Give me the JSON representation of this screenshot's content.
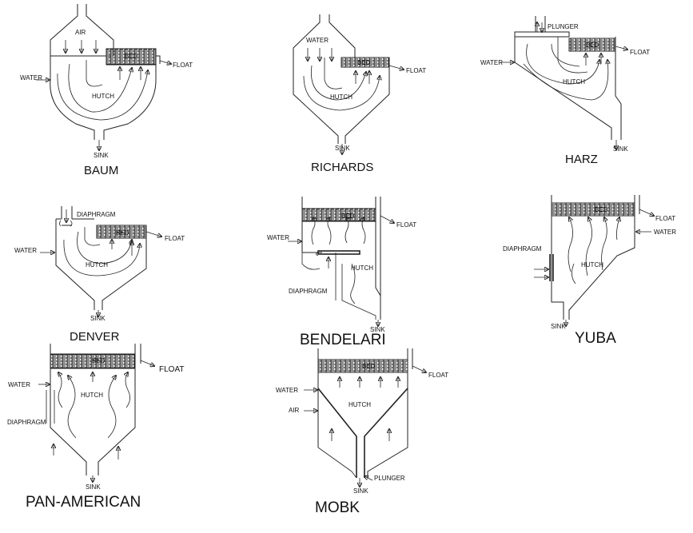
{
  "figure": {
    "jigs": [
      {
        "id": "baum",
        "title": "BAUM",
        "labels": {
          "air": "AIR",
          "bed": "BED",
          "float": "FLOAT",
          "water": "WATER",
          "hutch": "HUTCH",
          "sink": "SINK"
        }
      },
      {
        "id": "richards",
        "title": "RICHARDS",
        "labels": {
          "water": "WATER",
          "bed": "BED",
          "float": "FLOAT",
          "hutch": "HUTCH",
          "sink": "SINK"
        }
      },
      {
        "id": "harz",
        "title": "HARZ",
        "labels": {
          "plunger": "PLUNGER",
          "bed": "BED",
          "float": "FLOAT",
          "water": "WATER",
          "hutch": "HUTCH",
          "sink": "SINK"
        }
      },
      {
        "id": "denver",
        "title": "DENVER",
        "labels": {
          "diaphragm": "DIAPHRAGM",
          "bed": "BED",
          "float": "FLOAT",
          "water": "WATER",
          "hutch": "HUTCH",
          "sink": "SINK"
        }
      },
      {
        "id": "bendelari",
        "title": "BENDELARI",
        "labels": {
          "bed": "BED",
          "float": "FLOAT",
          "water": "WATER",
          "hutch": "HUTCH",
          "diaphragm": "DIAPHRAGM",
          "sink": "SINK"
        }
      },
      {
        "id": "yuba",
        "title": "YUBA",
        "labels": {
          "bed": "BED",
          "float": "FLOAT",
          "water": "WATER",
          "diaphragm": "DIAPHRAGM",
          "hutch": "HUTCH",
          "sink": "SINK"
        }
      },
      {
        "id": "pan_american",
        "title": "PAN-AMERICAN",
        "labels": {
          "bed": "BED",
          "float": "FLOAT",
          "water": "WATER",
          "hutch": "HUTCH",
          "diaphragm": "DIAPHRAGM",
          "sink": "SINK"
        }
      },
      {
        "id": "mobk",
        "title": "MOBK",
        "labels": {
          "bed": "BED",
          "float": "FLOAT",
          "water": "WATER",
          "hutch": "HUTCH",
          "air": "AIR",
          "plunger": "PLUNGER",
          "sink": "SINK"
        }
      }
    ]
  }
}
